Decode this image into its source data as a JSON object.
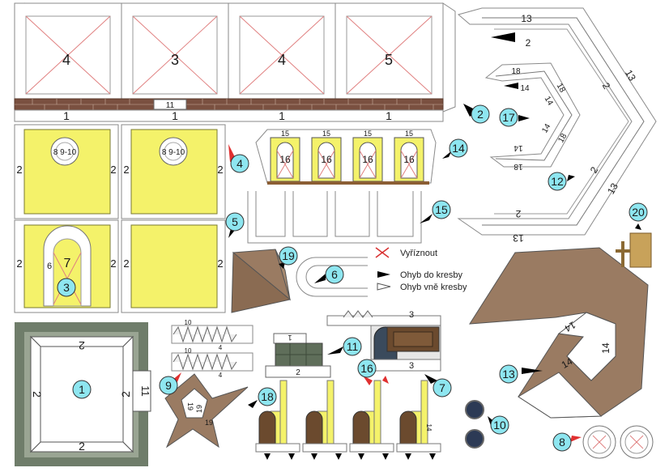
{
  "colors": {
    "paper": "#ffffff",
    "outline": "#8a8a8a",
    "brick": "#7a5040",
    "yellow": "#f4f26a",
    "roof": "#9a7b62",
    "bubble": "#8ee6f0",
    "ground": "#6f7d6a",
    "cutline": "#d83030",
    "door": "#6b4a2e"
  },
  "walls": {
    "panel_numbers": [
      "4",
      "3",
      "4",
      "5"
    ],
    "base_labels": [
      "1",
      "1",
      "1",
      "1"
    ],
    "plate_label": "11"
  },
  "yellow_panels": {
    "top_left": {
      "left": "2",
      "right": "2",
      "circle": "8 9-10"
    },
    "top_right": {
      "left": "2",
      "right": "2",
      "circle": "8 9-10"
    },
    "bottom_left": {
      "left": "2",
      "right": "2",
      "inner": "6",
      "center": "7"
    },
    "bottom_right": {
      "left": "2",
      "right": "2"
    }
  },
  "windows_strip": {
    "top_labels": [
      "15",
      "15",
      "15",
      "15"
    ],
    "window_labels": [
      "16",
      "16",
      "16",
      "16"
    ]
  },
  "roof_top": {
    "labels": [
      "13",
      "2",
      "2",
      "13",
      "2",
      "13",
      "2",
      "13"
    ],
    "small_labels": [
      "18",
      "14",
      "18",
      "14",
      "14",
      "18",
      "14",
      "18"
    ]
  },
  "base": {
    "labels": [
      "2",
      "2",
      "2",
      "2",
      "11"
    ]
  },
  "gears": {
    "labels": [
      "10",
      "4",
      "10",
      "4"
    ]
  },
  "legend": {
    "cut": "Vyříznout",
    "fold_in": "Ohyb do kresby",
    "fold_out": "Ohyb vně kresby"
  },
  "misc_labels": {
    "box_top": "1",
    "box_side": "2",
    "door_top": "3",
    "door_bottom": "3",
    "roof_big": [
      "14",
      "14",
      "14"
    ],
    "star_small": [
      "19",
      "19",
      "19"
    ],
    "column_tag": "14"
  },
  "bubbles": [
    "1",
    "2",
    "3",
    "4",
    "5",
    "6",
    "7",
    "8",
    "9",
    "10",
    "11",
    "12",
    "13",
    "14",
    "15",
    "16",
    "17",
    "18",
    "19",
    "20"
  ]
}
